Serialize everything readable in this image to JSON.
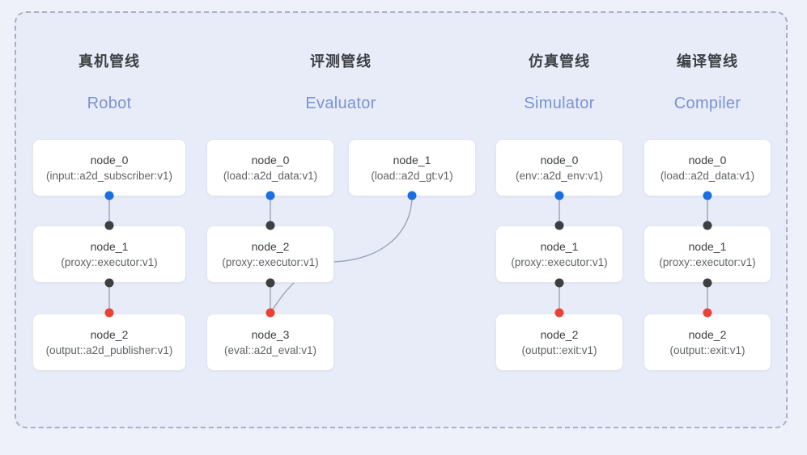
{
  "diagram": {
    "background_color": "#eef1fa",
    "panel_color": "#e7ecf8",
    "panel_border_color": "#a9b0c4",
    "edge_color": "#9aa3b8",
    "port_colors": {
      "input": "#1a6fe0",
      "passthrough": "#3c4043",
      "output": "#ea4335"
    },
    "columns": [
      {
        "id": "robot",
        "title_cn": "真机管线",
        "title_en": "Robot",
        "nodes": [
          {
            "name": "node_0",
            "spec": "(input::a2d_subscriber:v1)",
            "ports": [
              "bottom-blue"
            ]
          },
          {
            "name": "node_1",
            "spec": "(proxy::executor:v1)",
            "ports": [
              "top-black",
              "bottom-black"
            ]
          },
          {
            "name": "node_2",
            "spec": "(output::a2d_publisher:v1)",
            "ports": [
              "top-red"
            ]
          }
        ]
      },
      {
        "id": "evaluator",
        "title_cn": "评测管线",
        "title_en": "Evaluator",
        "nodes": [
          {
            "name": "node_0",
            "spec": "(load::a2d_data:v1)",
            "ports": [
              "bottom-blue"
            ]
          },
          {
            "name": "node_1",
            "spec": "(load::a2d_gt:v1)",
            "ports": [
              "bottom-blue"
            ]
          },
          {
            "name": "node_2",
            "spec": "(proxy::executor:v1)",
            "ports": [
              "top-black",
              "bottom-black"
            ]
          },
          {
            "name": "node_3",
            "spec": "(eval::a2d_eval:v1)",
            "ports": [
              "top-red"
            ]
          }
        ]
      },
      {
        "id": "simulator",
        "title_cn": "仿真管线",
        "title_en": "Simulator",
        "nodes": [
          {
            "name": "node_0",
            "spec": "(env::a2d_env:v1)",
            "ports": [
              "bottom-blue"
            ]
          },
          {
            "name": "node_1",
            "spec": "(proxy::executor:v1)",
            "ports": [
              "top-black",
              "bottom-black"
            ]
          },
          {
            "name": "node_2",
            "spec": "(output::exit:v1)",
            "ports": [
              "top-red"
            ]
          }
        ]
      },
      {
        "id": "compiler",
        "title_cn": "编译管线",
        "title_en": "Compiler",
        "nodes": [
          {
            "name": "node_0",
            "spec": "(load::a2d_data:v1)",
            "ports": [
              "bottom-blue"
            ]
          },
          {
            "name": "node_1",
            "spec": "(proxy::executor:v1)",
            "ports": [
              "top-black",
              "bottom-black"
            ]
          },
          {
            "name": "node_2",
            "spec": "(output::exit:v1)",
            "ports": [
              "top-red"
            ]
          }
        ]
      }
    ]
  }
}
